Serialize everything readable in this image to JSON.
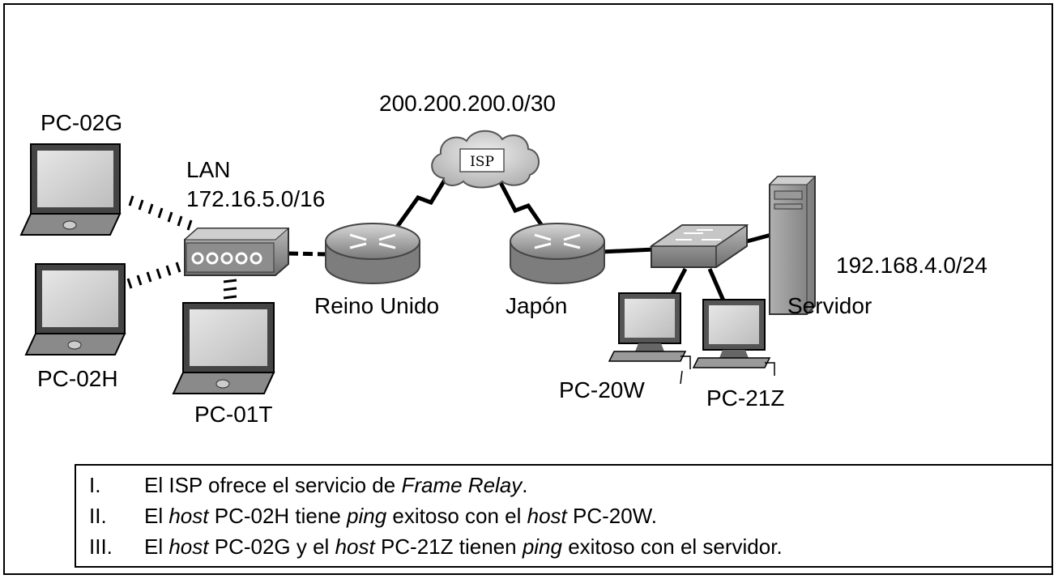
{
  "labels": {
    "pc_02g": "PC-02G",
    "pc_02h": "PC-02H",
    "pc_01t": "PC-01T",
    "lan_title": "LAN",
    "lan_net": "172.16.5.0/16",
    "wan_net": "200.200.200.0/30",
    "isp": "ISP",
    "router_uk": "Reino Unido",
    "router_jp": "Japón",
    "pc_20w": "PC-20W",
    "pc_21z": "PC-21Z",
    "server": "Servidor",
    "server_net": "192.168.4.0/24"
  },
  "statements": [
    {
      "num": "I.",
      "parts": [
        "El ISP ofrece el servicio de ",
        "Frame Relay",
        "."
      ]
    },
    {
      "num": "II.",
      "parts": [
        "El ",
        "host",
        " PC-02H tiene ",
        "ping",
        " exitoso con el ",
        "host",
        " PC-20W."
      ]
    },
    {
      "num": "III.",
      "parts": [
        "El ",
        "host",
        " PC-02G y el ",
        "host",
        " PC-21Z tienen ",
        "ping",
        " exitoso con el servidor."
      ]
    }
  ],
  "icons": [
    "laptop-icon",
    "wireless-access-point-icon",
    "router-icon",
    "cloud-icon",
    "switch-icon",
    "desktop-pc-icon",
    "server-icon"
  ]
}
